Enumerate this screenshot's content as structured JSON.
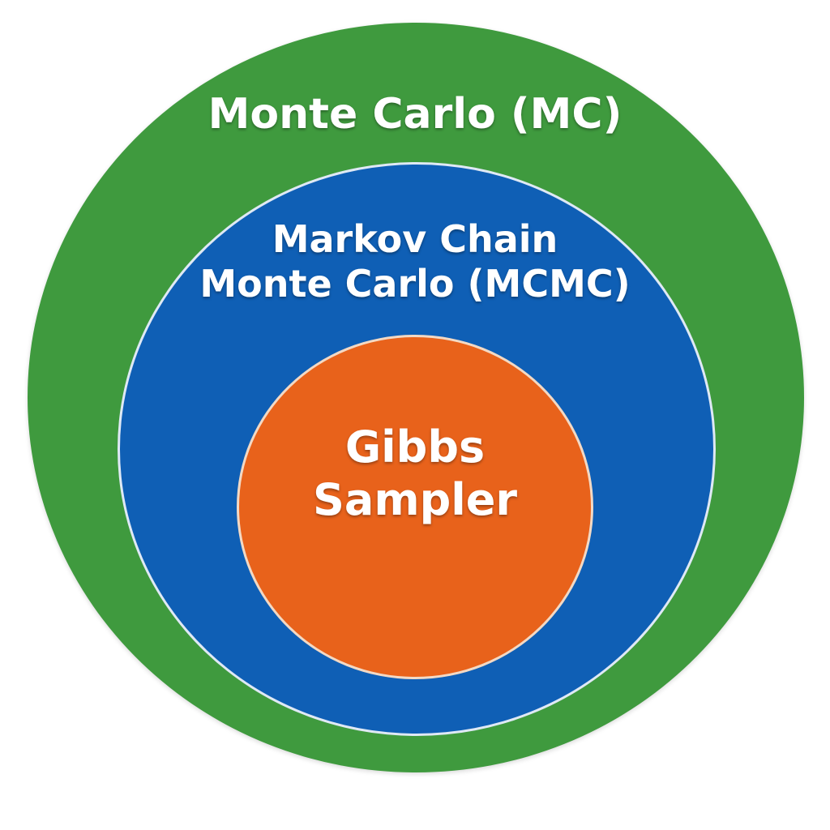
{
  "diagram": {
    "outer": {
      "label": "Monte Carlo (MC)",
      "color": "#3f9a3e"
    },
    "middle": {
      "label_lines": [
        "Markov Chain",
        "Monte Carlo (MCMC)"
      ],
      "color": "#0f5fb5"
    },
    "inner": {
      "label_lines": [
        "Gibbs",
        "Sampler"
      ],
      "color": "#e8621b"
    }
  }
}
